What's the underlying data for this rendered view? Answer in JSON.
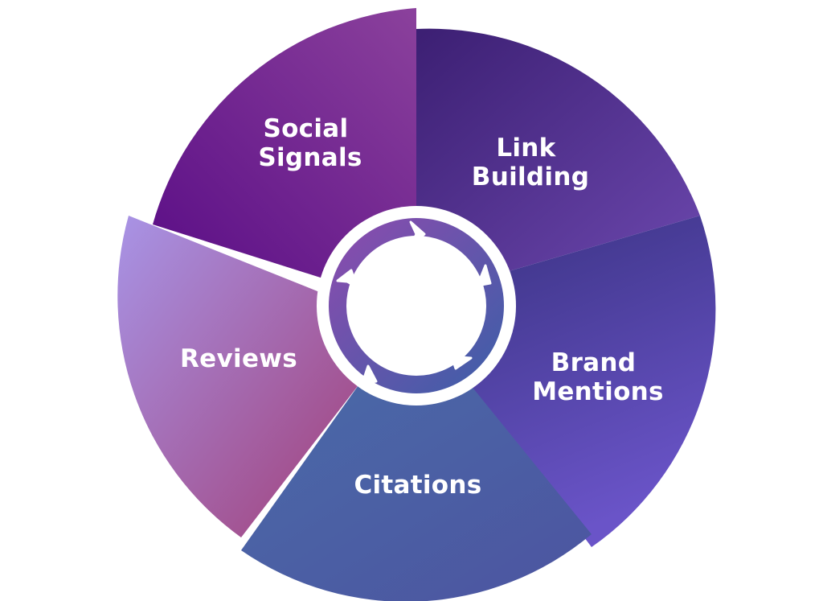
{
  "diagram": {
    "segments": [
      {
        "id": "social-signals",
        "lines": [
          "Social",
          "Signals"
        ],
        "colors": [
          "#5b1080",
          "#8a3e9c"
        ]
      },
      {
        "id": "link-building",
        "lines": [
          "Link",
          "Building"
        ],
        "colors": [
          "#3e2378",
          "#6a45a8"
        ]
      },
      {
        "id": "brand-mentions",
        "lines": [
          "Brand",
          "Mentions"
        ],
        "colors": [
          "#3d3589",
          "#6853c4"
        ]
      },
      {
        "id": "citations",
        "lines": [
          "Citations"
        ],
        "colors": [
          "#3c68a8",
          "#4f57a2"
        ]
      },
      {
        "id": "reviews",
        "lines": [
          "Reviews"
        ],
        "colors": [
          "#a88de3",
          "#a8427c"
        ]
      }
    ],
    "center": {
      "ring_color": "#ffffff",
      "arrow_colors": [
        "#7a3aa0",
        "#5a3fa0",
        "#4b4cb0",
        "#3f62a8",
        "#a98ae0"
      ]
    }
  }
}
